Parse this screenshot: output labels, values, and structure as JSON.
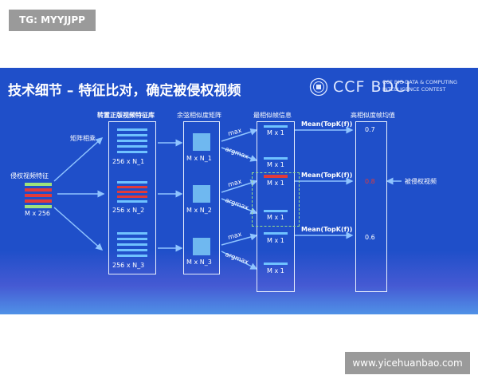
{
  "watermark_top": "TG: MYYJJPP",
  "watermark_bottom": "www.yicehuanbao.com",
  "slide": {
    "title": "技术细节 – 特征比对，确定被侵权视频",
    "logo": {
      "text": "CCF BDCI",
      "subtitle_line1": "CCF BIG DATA & COMPUTING",
      "subtitle_line2": "INTELLIGENCE CONTEST"
    },
    "input": {
      "label": "侵权视频特征",
      "shape": "M x 256"
    },
    "matmul_label": "矩阵相乘",
    "library": {
      "title": "转置正版视频特征库",
      "items": [
        "256 x N_1",
        "256 x N_2",
        "256 x N_3"
      ]
    },
    "cosine": {
      "title": "余弦相似度矩阵",
      "items": [
        "M x N_1",
        "M x N_2",
        "M x N_3"
      ]
    },
    "ops": {
      "max": "max",
      "argmax": "argmax"
    },
    "frames": {
      "title": "最相似帧信息",
      "items": [
        "M x 1",
        "M x 1",
        "M x 1",
        "M x 1",
        "M x 1",
        "M x 1"
      ]
    },
    "mean_label": "Mean(TopK(f))",
    "scores": {
      "title": "高相似度帧均值",
      "values": [
        "0.7",
        "0.8",
        "0.6"
      ]
    },
    "result_label": "被侵权视频",
    "colors": {
      "background": "#1f4fc9",
      "highlight": "#e23a3a",
      "accent": "#6fc2ff",
      "dashed": "#9adf88"
    }
  }
}
